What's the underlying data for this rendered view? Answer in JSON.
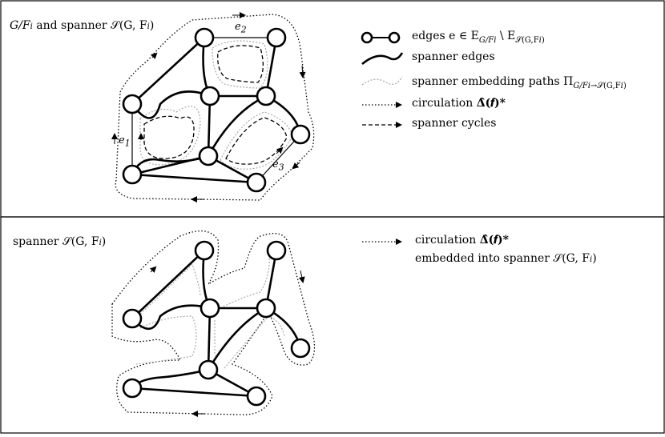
{
  "top_panel": {
    "title_prefix": "G/F",
    "title_sub": "i",
    "title_rest": " and spanner 𝒮(G, F",
    "title_end": ")",
    "edge_labels": [
      "e",
      "e",
      "e"
    ],
    "edge_label_subs": [
      "1",
      "2",
      "3"
    ]
  },
  "legend_top": {
    "item1": "edges e ∈ E",
    "item1_sub1": "G/F",
    "item1_sub1b": "i",
    "item1_mid": " \\ E",
    "item1_sub2": "𝒮(G,F",
    "item1_sub2b": "i",
    "item1_sub2c": ")",
    "item2": "spanner edges",
    "item3": "spanner embedding paths Π",
    "item3_sub": "G/F",
    "item3_subb": "i",
    "item3_subc": "→𝒮(G,F",
    "item3_subd": "i",
    "item3_sube": ")",
    "item4": "circulation ",
    "item4_math": "𝚫̂(𝒇)*",
    "item5": "spanner cycles"
  },
  "bottom_panel": {
    "title": "spanner 𝒮(G, F",
    "title_sub": "i",
    "title_end": ")"
  },
  "legend_bottom": {
    "line1": "circulation ",
    "line1_math": "𝚫̂(𝒇)*",
    "line2": "embedded into spanner 𝒮(G, F",
    "line2_sub": "i",
    "line2_end": ")"
  }
}
